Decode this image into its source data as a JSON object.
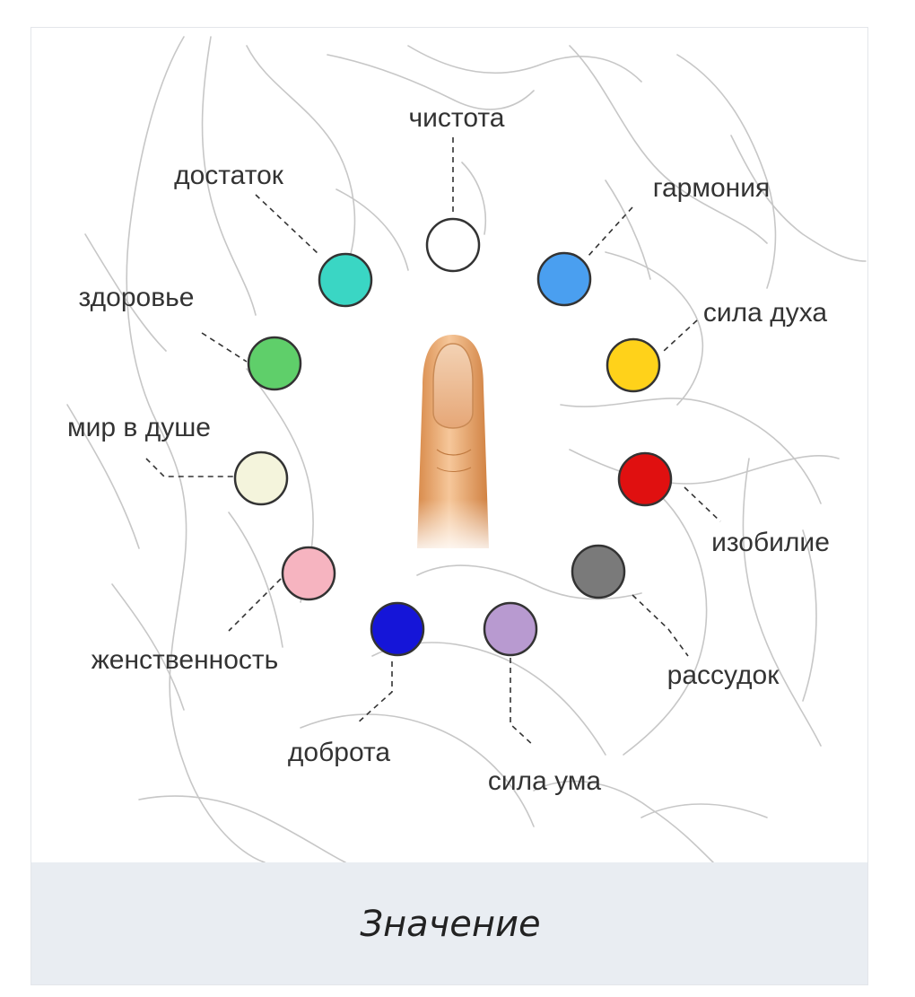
{
  "caption": "Значение",
  "items": [
    {
      "label": "чистота",
      "color": "#ffffff"
    },
    {
      "label": "гармония",
      "color": "#4a9ff0"
    },
    {
      "label": "сила духа",
      "color": "#ffd21a"
    },
    {
      "label": "изобилие",
      "color": "#e01010"
    },
    {
      "label": "рассудок",
      "color": "#7a7a7a"
    },
    {
      "label": "сила ума",
      "color": "#b89ad0"
    },
    {
      "label": "доброта",
      "color": "#1515d8"
    },
    {
      "label": "женственность",
      "color": "#f6b4c0"
    },
    {
      "label": "мир в душе",
      "color": "#f4f4dc"
    },
    {
      "label": "здоровье",
      "color": "#5fcf6a"
    },
    {
      "label": "достаток",
      "color": "#3ad6c4"
    }
  ],
  "illustration": {
    "background": "hands-sketch",
    "center": "fingertip-with-nail"
  }
}
